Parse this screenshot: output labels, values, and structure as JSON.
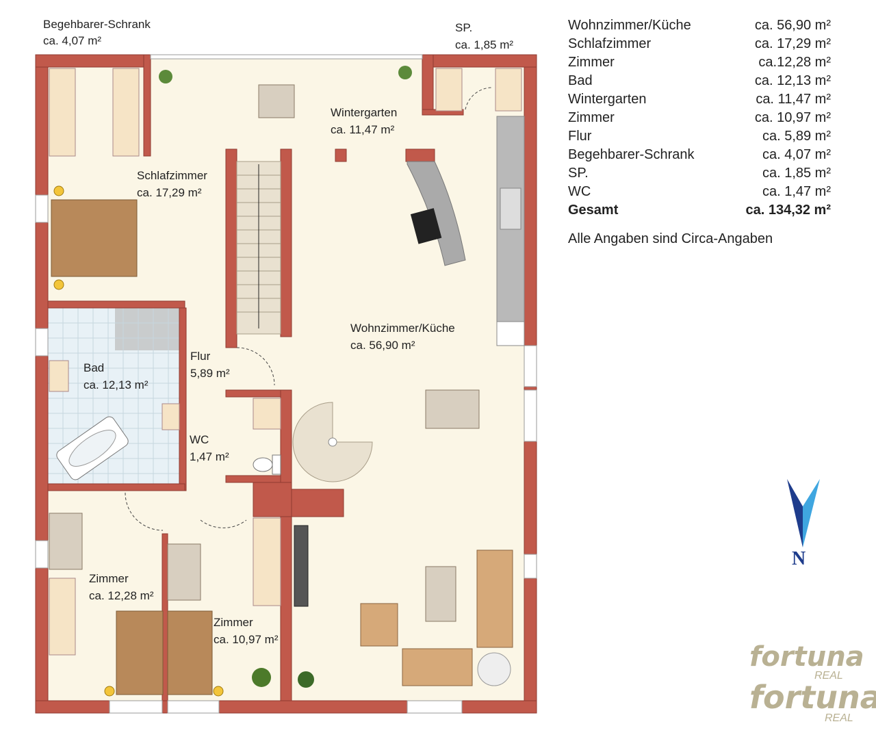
{
  "rooms": {
    "begehbarer_schrank": {
      "name": "Begehbarer-Schrank",
      "area": "ca. 4,07 m²"
    },
    "sp": {
      "name": "SP.",
      "area": "ca. 1,85 m²"
    },
    "wintergarten": {
      "name": "Wintergarten",
      "area": "ca. 11,47 m²"
    },
    "schlafzimmer": {
      "name": "Schlafzimmer",
      "area": "ca. 17,29 m²"
    },
    "wohnzimmer": {
      "name": "Wohnzimmer/Küche",
      "area": "ca. 56,90 m²"
    },
    "flur": {
      "name": "Flur",
      "area": "5,89 m²"
    },
    "bad": {
      "name": "Bad",
      "area": "ca. 12,13 m²"
    },
    "wc": {
      "name": "WC",
      "area": "1,47 m²"
    },
    "zimmer1": {
      "name": "Zimmer",
      "area": "ca. 12,28 m²"
    },
    "zimmer2": {
      "name": "Zimmer",
      "area": "ca. 10,97 m²"
    }
  },
  "area_table": {
    "rows": [
      {
        "name": "Wohnzimmer/Küche",
        "area": "ca. 56,90 m²"
      },
      {
        "name": "Schlafzimmer",
        "area": "ca. 17,29 m²"
      },
      {
        "name": "Zimmer",
        "area": "ca.12,28 m²"
      },
      {
        "name": "Bad",
        "area": "ca. 12,13 m²"
      },
      {
        "name": "Wintergarten",
        "area": "ca. 11,47 m²"
      },
      {
        "name": "Zimmer",
        "area": "ca. 10,97 m²"
      },
      {
        "name": "Flur",
        "area": "ca. 5,89 m²"
      },
      {
        "name": "Begehbarer-Schrank",
        "area": "ca. 4,07 m²"
      },
      {
        "name": "SP.",
        "area": "ca. 1,85 m²"
      },
      {
        "name": "WC",
        "area": "ca. 1,47 m²"
      }
    ],
    "total": {
      "name": "Gesamt",
      "area": "ca. 134,32 m²"
    },
    "note": "Alle Angaben sind Circa-Angaben"
  },
  "compass": {
    "label": "N"
  },
  "logo": {
    "text": "fortuna",
    "sub": "REAL"
  },
  "colors": {
    "wall": "#c1594b",
    "floor": "#fbf6e6",
    "furniture": "#b8895a",
    "compass": "#1e3c8c",
    "logo": "#b9b193"
  }
}
